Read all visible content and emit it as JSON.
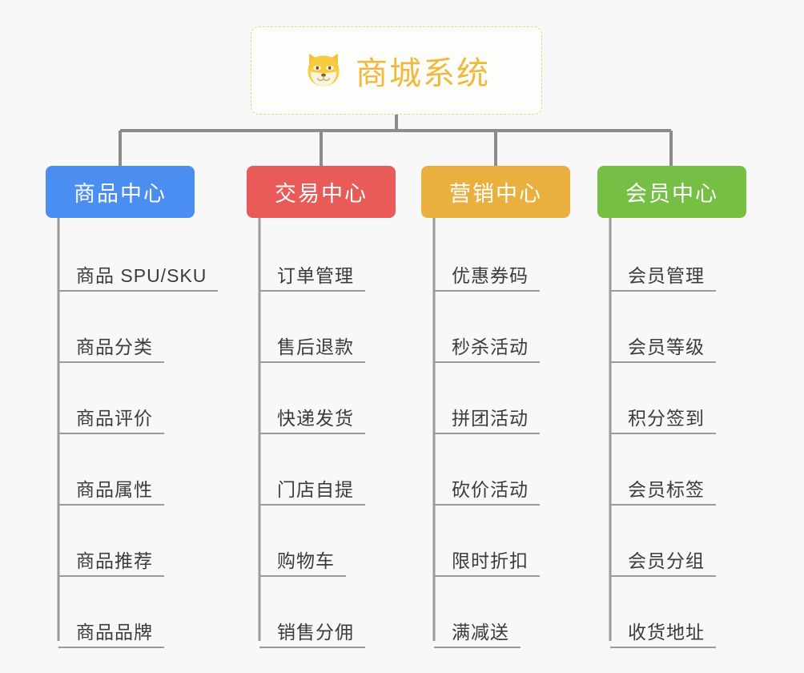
{
  "root": {
    "icon": "shiba-dog-face-icon",
    "emoji": "🐶",
    "title": "商城系统",
    "title_color": "#f0b93c",
    "border_color": "#eccb86"
  },
  "canvas": {
    "background": "#f8f8f8",
    "connector_color": "#8c8c8c"
  },
  "branches": [
    {
      "label": "商品中心",
      "color": "#4a8ef2",
      "items": [
        "商品 SPU/SKU",
        "商品分类",
        "商品评价",
        "商品属性",
        "商品推荐",
        "商品品牌"
      ]
    },
    {
      "label": "交易中心",
      "color": "#e95b58",
      "items": [
        "订单管理",
        "售后退款",
        "快递发货",
        "门店自提",
        "购物车",
        "销售分佣"
      ]
    },
    {
      "label": "营销中心",
      "color": "#eab03f",
      "items": [
        "优惠券码",
        "秒杀活动",
        "拼团活动",
        "砍价活动",
        "限时折扣",
        "满减送"
      ]
    },
    {
      "label": "会员中心",
      "color": "#76bf45",
      "items": [
        "会员管理",
        "会员等级",
        "积分签到",
        "会员标签",
        "会员分组",
        "收货地址"
      ]
    }
  ]
}
